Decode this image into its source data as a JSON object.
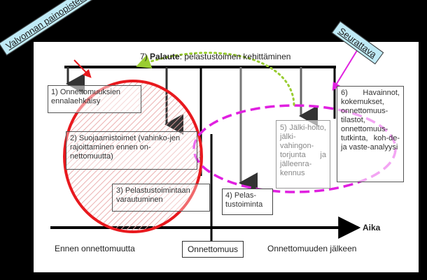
{
  "feedback": {
    "number": "7)",
    "label": "Palaute",
    "text": ": pelastustoimen kehittäminen"
  },
  "boxes": {
    "b1": "1) Onnettomuuksien ennalaehkäisy",
    "b2": "2) Suojaamistoimet (vahinko-jen rajoittaminen ennen on-nettomuutta)",
    "b3": "3) Pelastustoimintaan varautuminen",
    "b4": "4) Pelas-tustoiminta",
    "b5": "5) Jälki-hoito, jälki-vahingon-torjunta ja jälleenra-kennus",
    "b6": "6) Havainnot, kokemukset, onnettomuus-tilastot, onnettomuus-tutkinta, koh-de- ja vaste-analyysi"
  },
  "axis": {
    "label": "Aika",
    "before": "Ennen onnettomuutta",
    "event": "Onnettomuus",
    "after": "Onnettomuuden jälkeen"
  },
  "tags": {
    "focus": "Valvonnan painopistealue",
    "follow": "Seurattava"
  },
  "colors": {
    "focus_circle": "#e8191e",
    "follow_ellipse": "#e020e0",
    "feedback_arrow": "#9acd32",
    "tag_bg": "#bfeaf6"
  }
}
